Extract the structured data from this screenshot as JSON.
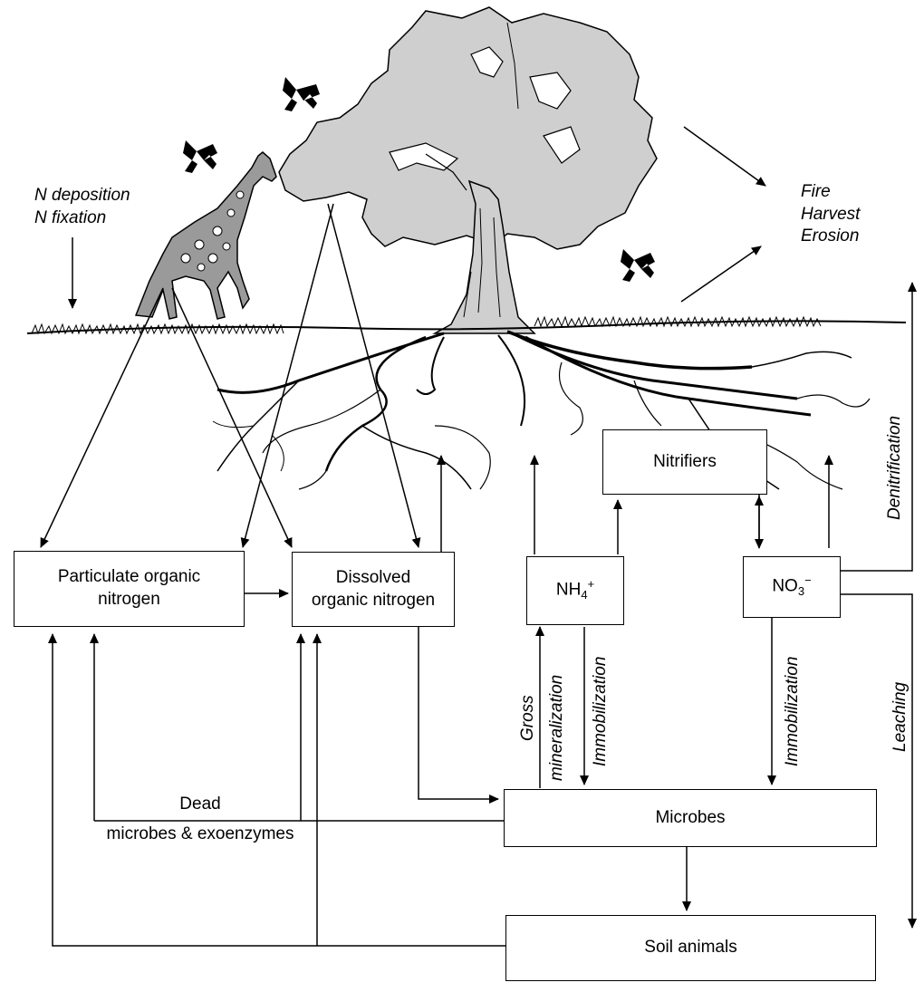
{
  "inputs": {
    "line1": "N deposition",
    "line2": "N fixation"
  },
  "outputs": {
    "line1": "Fire",
    "line2": "Harvest",
    "line3": "Erosion"
  },
  "pools": {
    "particulate": {
      "line1": "Particulate organic",
      "line2": "nitrogen"
    },
    "dissolved": {
      "line1": "Dissolved",
      "line2": "organic nitrogen"
    },
    "ammonium": {
      "base": "NH",
      "sub": "4",
      "sup": "+"
    },
    "nitrate": {
      "base": "NO",
      "sub": "3",
      "sup": "−"
    },
    "nitrifiers": "Nitrifiers",
    "microbes": "Microbes",
    "soil_animals": "Soil animals"
  },
  "fluxes": {
    "gross": "Gross",
    "mineralization": "mineralization",
    "immobilization_nh4": "Immobilization",
    "immobilization_no3": "Immobilization",
    "denitrification": "Denitrification",
    "leaching": "Leaching",
    "dead_line1": "Dead",
    "dead_line2": "microbes & exoenzymes"
  },
  "colors": {
    "canopy": "#cfcfcf",
    "giraffe": "#9a9a9a",
    "line": "#000000"
  }
}
